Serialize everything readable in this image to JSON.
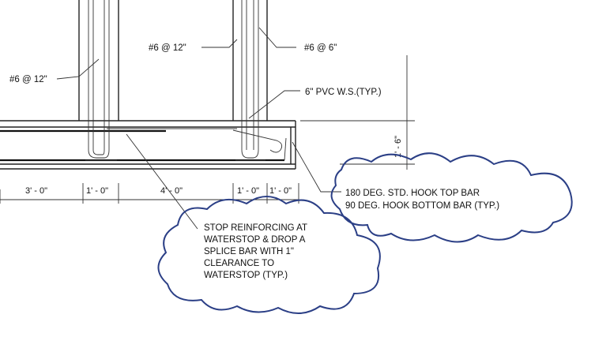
{
  "callouts": {
    "bar_left": "#6 @ 12\"",
    "bar_mid": "#6 @ 12\"",
    "bar_right": "#6 @ 6\"",
    "waterstop": "6\" PVC W.S.(TYP.)",
    "footing_height": "1' - 6\""
  },
  "dimensions": [
    "3' - 0\"",
    "1' - 0\"",
    "4' - 0\"",
    "1' - 0\"",
    "1' - 0\""
  ],
  "notes": {
    "hook_note": [
      "180 DEG. STD. HOOK TOP BAR",
      "90 DEG. HOOK BOTTOM BAR (TYP.)"
    ],
    "splice_note": [
      "STOP REINFORCING AT",
      "WATERSTOP & DROP A",
      "SPLICE BAR WITH 1\"",
      "CLEARANCE TO",
      "WATERSTOP (TYP.)"
    ]
  },
  "colors": {
    "linework": "#222222",
    "cloud": "#2b3f86"
  }
}
